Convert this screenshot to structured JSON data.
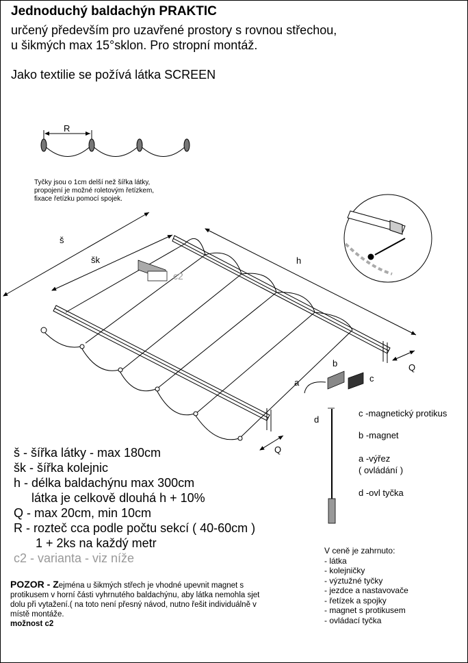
{
  "title": "Jednoduchý baldachýn PRAKTIC",
  "subtitle_lines": [
    "určený především pro uzavřené prostory s rovnou střechou,",
    "u šikmých max 15°sklon. Pro stropní montáž."
  ],
  "textile_line": "Jako textilie se požívá  látka SCREEN",
  "diagram_note": [
    "Tyčky jsou o 1cm delší než šířka látky,",
    "propojení je možné roletovým řetízkem,",
    "fixace řetízku pomocí spojek."
  ],
  "diagram_labels": {
    "r": "R",
    "s": "š",
    "sk": "šk",
    "h": "h",
    "c2": "c2",
    "q_top": "Q",
    "q_bottom": "Q",
    "a": "a",
    "b": "b",
    "c": "c",
    "d": "d"
  },
  "legend": [
    "š - šířka látky - max 180cm",
    "šk - šířka kolejnic",
    "h - délka baldachýnu max 300cm",
    "látka je celkově dlouhá h + 10%",
    "Q - max 20cm, min 10cm",
    "R - rozteč cca podle počtu sekcí ( 40-60cm )",
    "1 + 2ks na každý metr",
    "c2 - varianta - viz níže"
  ],
  "component_legend": [
    "c -magnetický protikus",
    "b -magnet",
    "a -výřez",
    "( ovládání )",
    "d -ovl tyčka"
  ],
  "warning": {
    "heading": "POZOR - Z",
    "body": "ejména u šikmých střech je vhodné upevnit magnet s protikusem v horní části vyhrnutého baldachýnu, aby látka nemohla sjet dolu při vytažení.( na toto není přesný návod, nutno řešit individuálně v místě montáže.",
    "option": "možnost c2"
  },
  "price_includes": {
    "heading": "V ceně je zahrnuto:",
    "items": [
      "- látka",
      "- kolejničky",
      "- výztužné tyčky",
      "- jezdce a nastavovače",
      "- řetízek a spojky",
      "- magnet s protikusem",
      "- ovládací tyčka"
    ]
  }
}
